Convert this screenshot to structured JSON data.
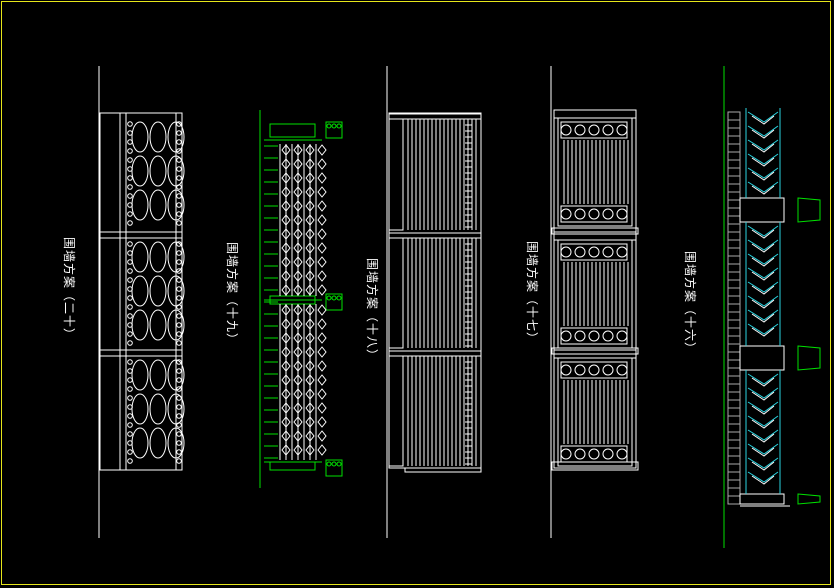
{
  "drawing": {
    "captions": [
      "围墙方案（二十）",
      "围墙方案（十九）",
      "围墙方案（十八）",
      "围墙方案（十七）",
      "围墙方案（十六）"
    ]
  },
  "colors": {
    "frame": "#e6e61a",
    "line": "#ffffff",
    "green": "#00e000",
    "cyan": "#2ad4e0",
    "gray": "#aaaaaa"
  }
}
